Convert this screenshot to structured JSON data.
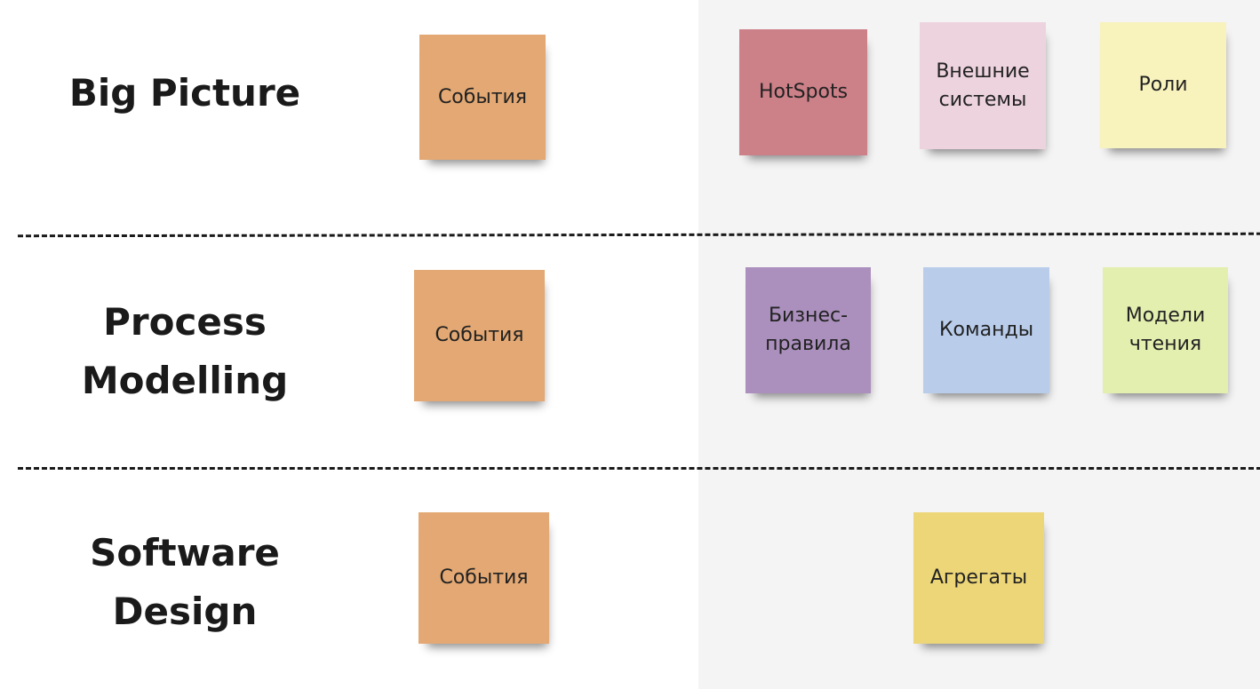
{
  "rows": [
    {
      "label": "Big Picture"
    },
    {
      "label": "Process Modelling"
    },
    {
      "label": "Software Design"
    }
  ],
  "stickies": [
    {
      "text": "События",
      "color": "#e3a873"
    },
    {
      "text": "HotSpots",
      "color": "#cc8088"
    },
    {
      "text": "Внешние системы",
      "color": "#edd3de"
    },
    {
      "text": "Роли",
      "color": "#f8f2bd"
    },
    {
      "text": "События",
      "color": "#e3a873"
    },
    {
      "text": "Бизнес-правила",
      "color": "#ab90bd"
    },
    {
      "text": "Команды",
      "color": "#b9cdeb"
    },
    {
      "text": "Модели чтения",
      "color": "#e3efaf"
    },
    {
      "text": "События",
      "color": "#e3a873"
    },
    {
      "text": "Агрегаты",
      "color": "#ecd678"
    }
  ]
}
